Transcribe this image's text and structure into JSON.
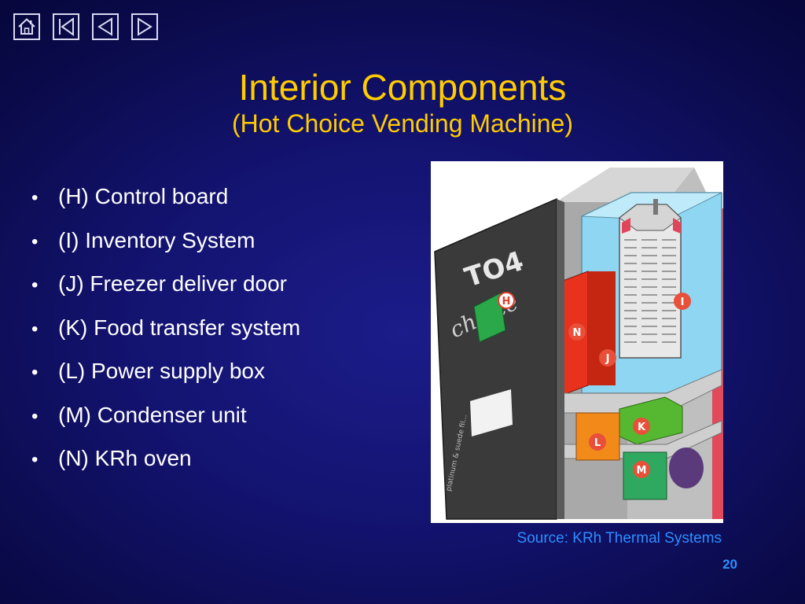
{
  "nav": {
    "buttons": [
      {
        "name": "home-icon"
      },
      {
        "name": "first-slide-icon"
      },
      {
        "name": "previous-slide-icon"
      },
      {
        "name": "next-slide-icon"
      }
    ]
  },
  "slide": {
    "title": "Interior Components",
    "subtitle": "(Hot Choice Vending Machine)",
    "bullets": [
      "(H) Control board",
      "(I) Inventory System",
      "(J) Freezer deliver door",
      "(K) Food transfer system",
      "(L) Power supply box",
      "(M) Condenser unit",
      "(N) KRh oven"
    ],
    "bullet_char": "•",
    "figure": {
      "door_logo": "TO4",
      "door_script": "choice",
      "door_small_text": "platinum & suede fil...",
      "callouts": [
        "H",
        "I",
        "J",
        "K",
        "L",
        "M",
        "N"
      ]
    },
    "source": "Source: KRh Thermal Systems",
    "page_number": "20"
  },
  "colors": {
    "title": "#ffcc00",
    "body_text": "#ffffff",
    "source_text": "#2d8fff",
    "background": "#131370"
  }
}
